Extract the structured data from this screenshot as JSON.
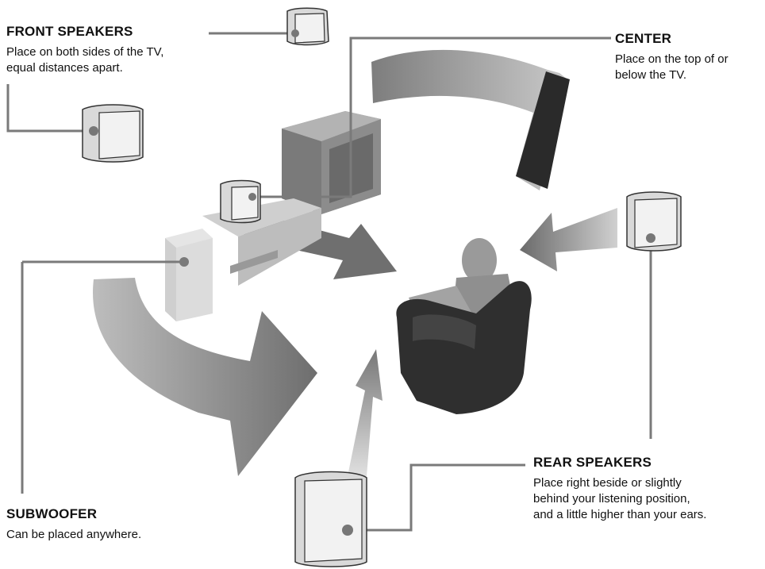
{
  "labels": {
    "front": {
      "title": "FRONT SPEAKERS",
      "desc": "Place on both sides of the TV,\nequal distances apart."
    },
    "center": {
      "title": "CENTER",
      "desc": "Place on the top of or\nbelow the TV."
    },
    "rear": {
      "title": "REAR SPEAKERS",
      "desc": "Place right beside or slightly\nbehind your listening position,\nand a little higher than your ears."
    },
    "subwoofer": {
      "title": "SUBWOOFER",
      "desc": "Can be placed anywhere."
    }
  },
  "colors": {
    "line": "#7a7a7a",
    "speaker_body": "#d9d9d9",
    "speaker_face": "#f2f2f2",
    "tv": "#8c8c8c",
    "chair": "#2f2f2f",
    "person": "#9a9a9a",
    "arrow": "#8a8a8a",
    "subwoofer": "#dddddd"
  },
  "icons": [
    "speaker-icon",
    "tv-icon",
    "subwoofer-icon",
    "listener-icon",
    "armchair-icon",
    "sound-arrow-icon"
  ]
}
